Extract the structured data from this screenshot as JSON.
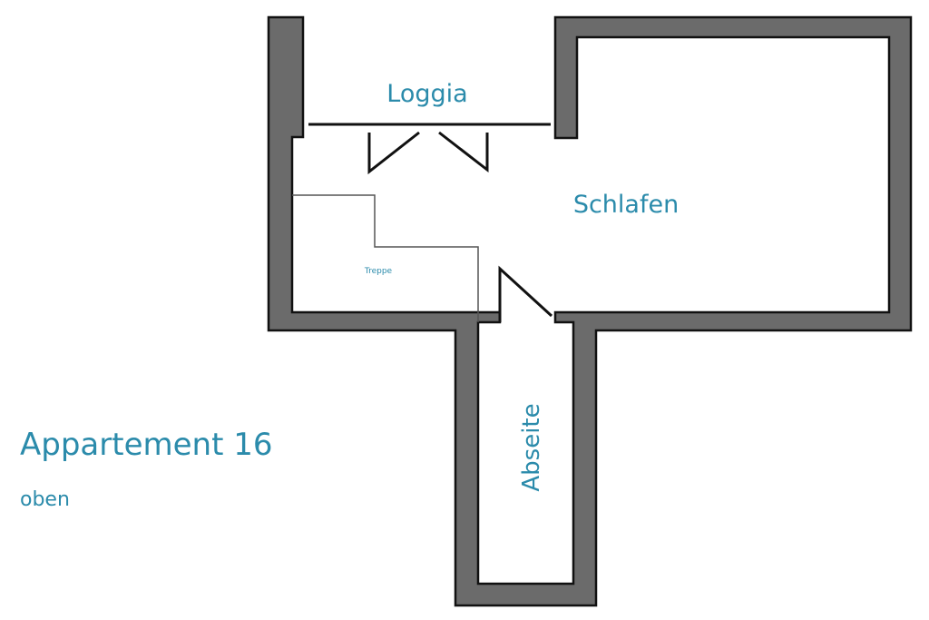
{
  "plan": {
    "title": "Appartement 16",
    "subtitle": "oben",
    "rooms": {
      "loggia": "Loggia",
      "schlafen": "Schlafen",
      "treppe": "Treppe",
      "abseite": "Abseite"
    }
  },
  "colors": {
    "wall": "#6b6b6b",
    "text": "#2b8bab"
  }
}
